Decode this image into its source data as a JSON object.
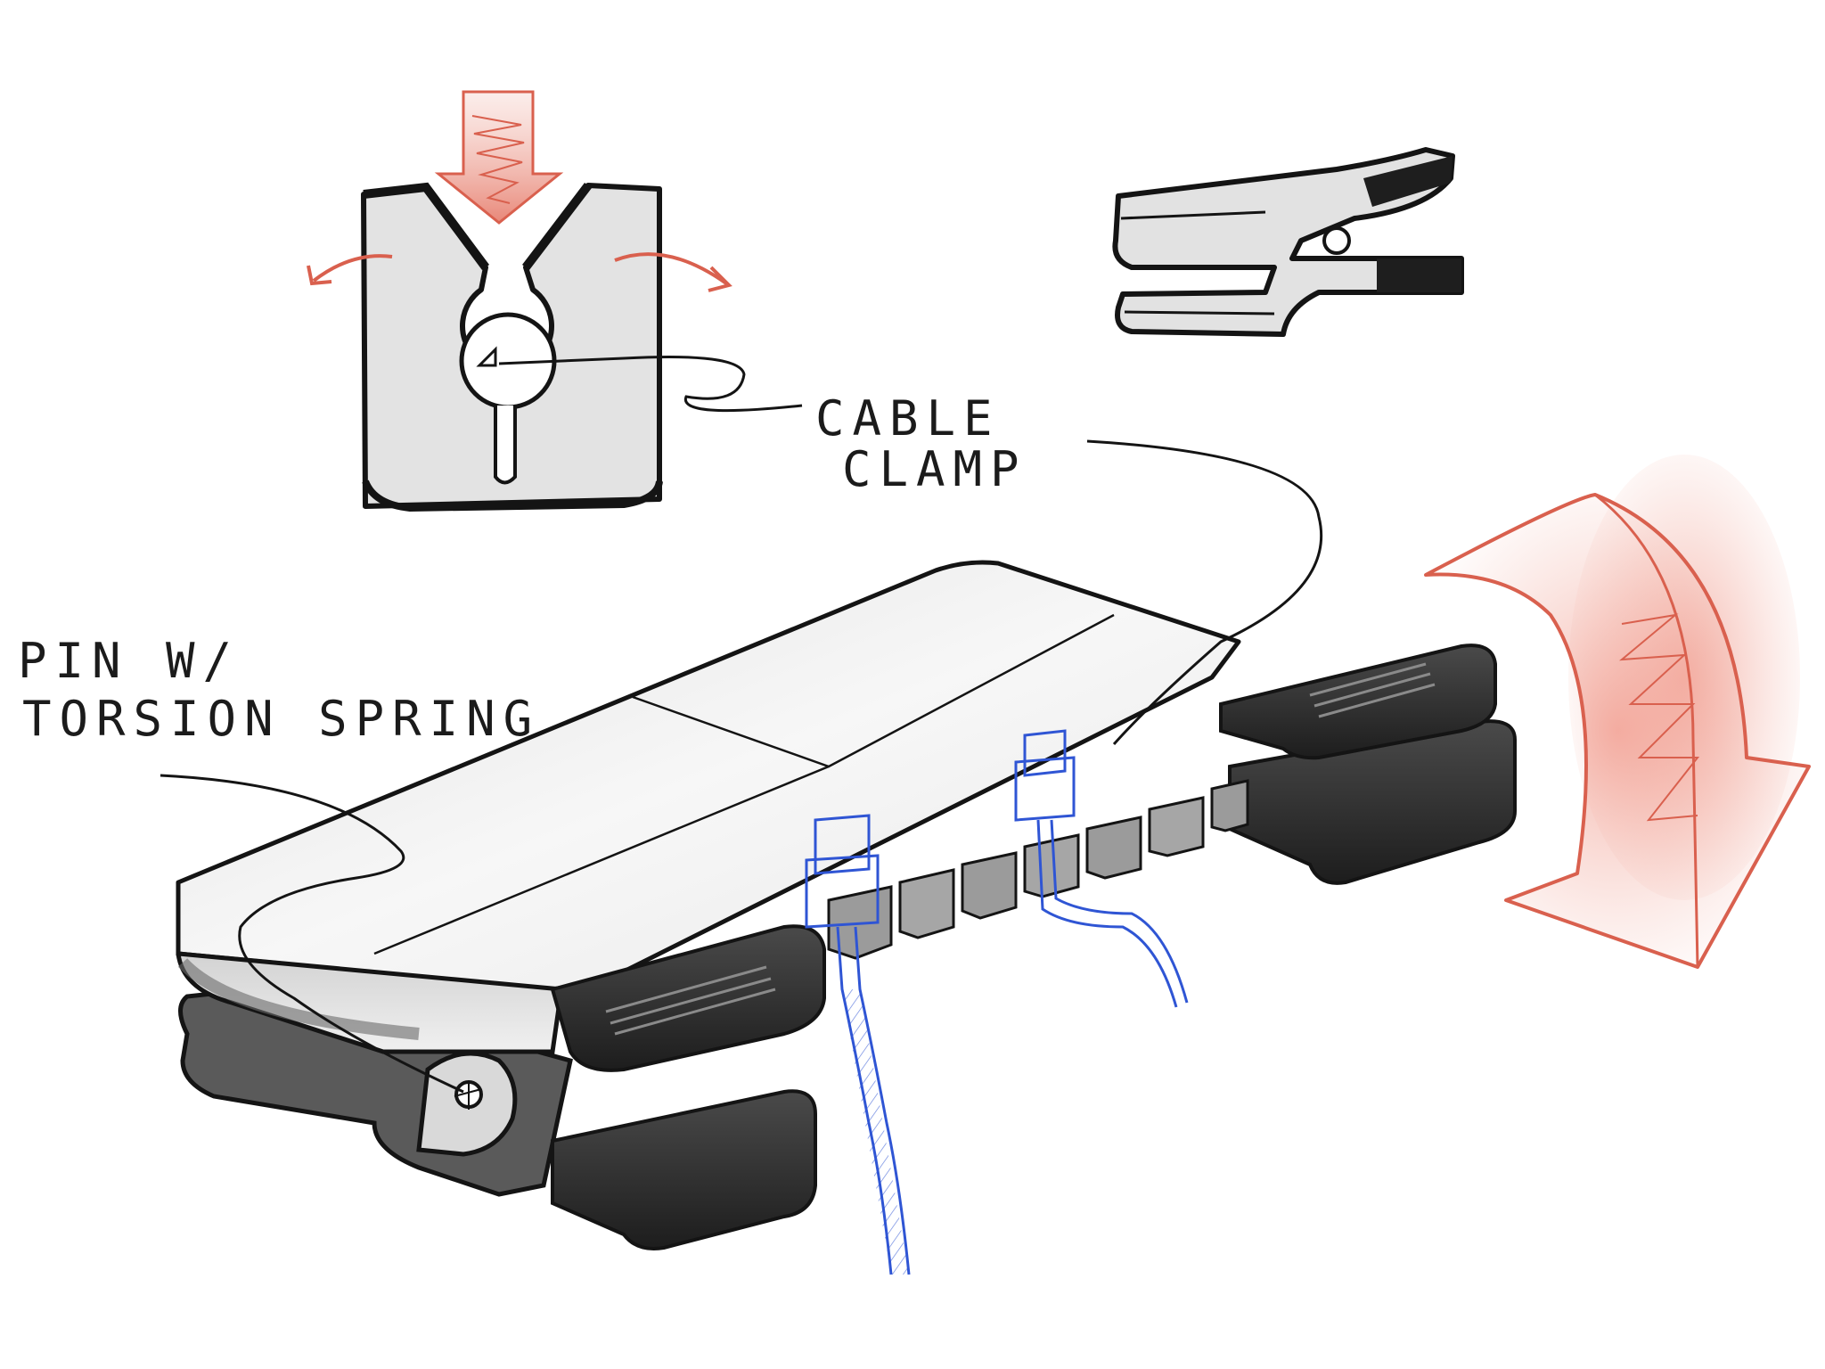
{
  "labels": {
    "cable_clamp_line1": "CABLE",
    "cable_clamp_line2": "CLAMP",
    "pin_line1": "PIN W/",
    "pin_line2": "TORSION SPRING"
  },
  "colors": {
    "ink": "#141414",
    "body_gray": "#e6e6e6",
    "shadow_gray": "#9a9a9a",
    "dark_pad": "#2b2b2b",
    "arrow_red": "#d9604e",
    "cable_blue": "#2f55d4"
  }
}
